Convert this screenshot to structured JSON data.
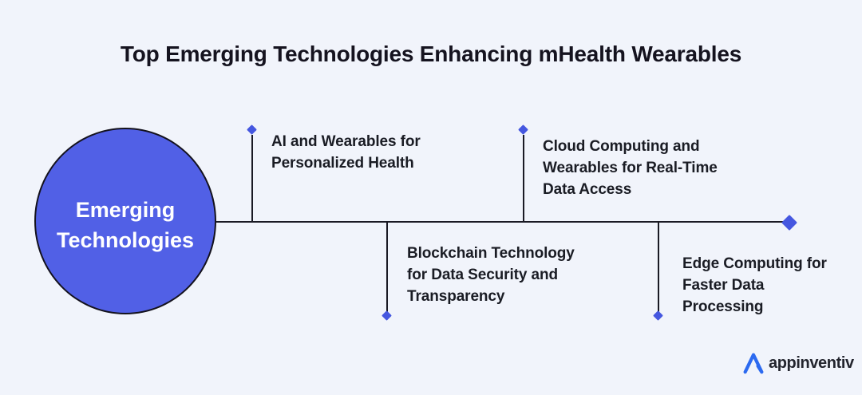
{
  "title": "Top Emerging Technologies Enhancing mHealth Wearables",
  "center_node": {
    "label": "Emerging\nTechnologies"
  },
  "branches": [
    {
      "label": "AI and Wearables for\nPersonalized Health",
      "direction": "up"
    },
    {
      "label": "Blockchain Technology\nfor Data Security and\nTransparency",
      "direction": "down"
    },
    {
      "label": "Cloud Computing and\nWearables for Real-Time\nData Access",
      "direction": "up"
    },
    {
      "label": "Edge Computing for\nFaster Data\nProcessing",
      "direction": "down"
    }
  ],
  "logo": {
    "text": "appinventiv",
    "mark": "appinventiv-a-mark"
  },
  "colors": {
    "background": "#F1F4FB",
    "node_fill": "#5160E6",
    "node_stroke": "#14121D",
    "diamond": "#4557E0",
    "line": "#1A1A24",
    "title_text": "#15131F",
    "label_text": "#1A1C24",
    "node_text": "#FFFFFF",
    "logo_blue": "#2C6AF0",
    "logo_text": "#23252E"
  }
}
